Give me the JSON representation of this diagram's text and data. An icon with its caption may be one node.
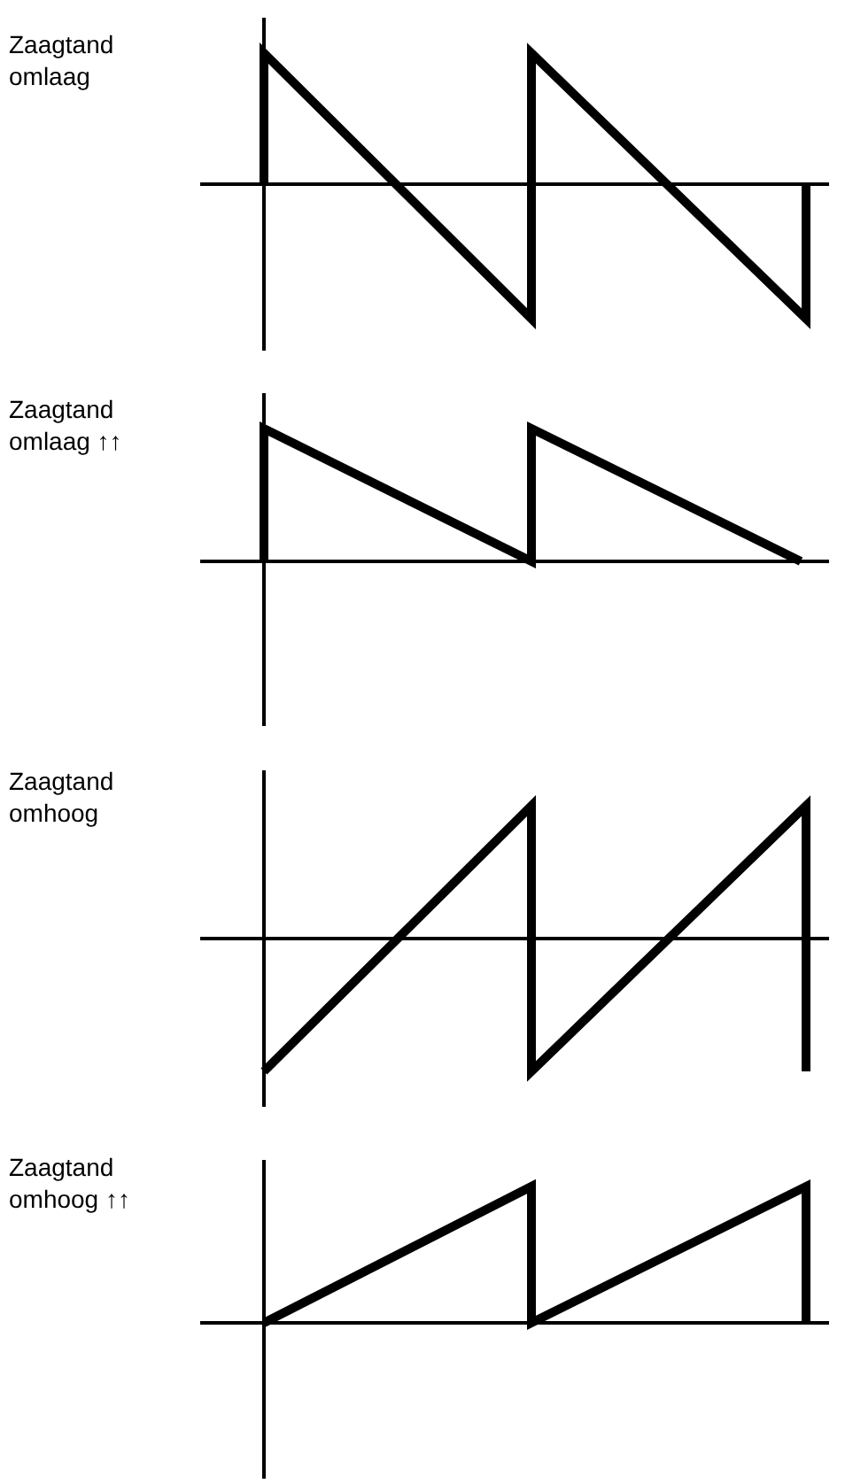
{
  "diagram": {
    "labels": [
      "Zaagtand omlaag",
      "Zaagtand omlaag ↑↑",
      "Zaagtand omhoog",
      "Zaagtand omhoog ↑↑"
    ]
  }
}
